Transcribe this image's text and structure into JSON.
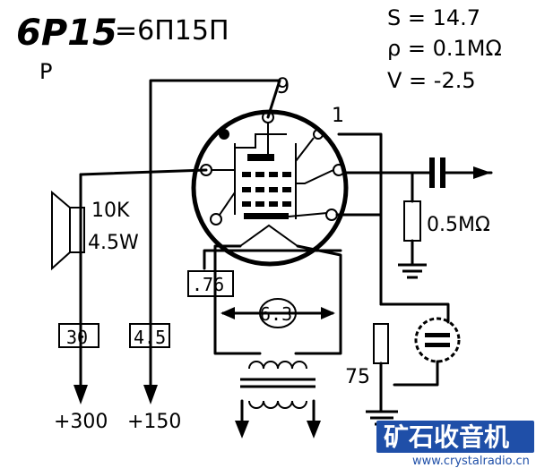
{
  "title": {
    "tube": "6P15",
    "equiv": "=6П15П",
    "suffix": "P"
  },
  "specs": [
    "S = 14.7",
    "ρ = 0.1MΩ",
    "V = -2.5"
  ],
  "pins": {
    "top": "9",
    "right": "1"
  },
  "speaker": {
    "impedance": "10K",
    "power": "4.5W"
  },
  "boxes": {
    "b300": "30",
    "b150": "4.5",
    "heater_current": ".76",
    "heater_voltage": "6.3"
  },
  "supplies": {
    "hv1": "+300",
    "hv2": "+150"
  },
  "grid_resistor": "0.5MΩ",
  "cathode_resistor": "75",
  "watermark": {
    "cn": "矿石收音机",
    "url": "www.crystalradio.cn"
  },
  "colors": {
    "ink": "#000000",
    "watermark": "#1f4fa8"
  }
}
